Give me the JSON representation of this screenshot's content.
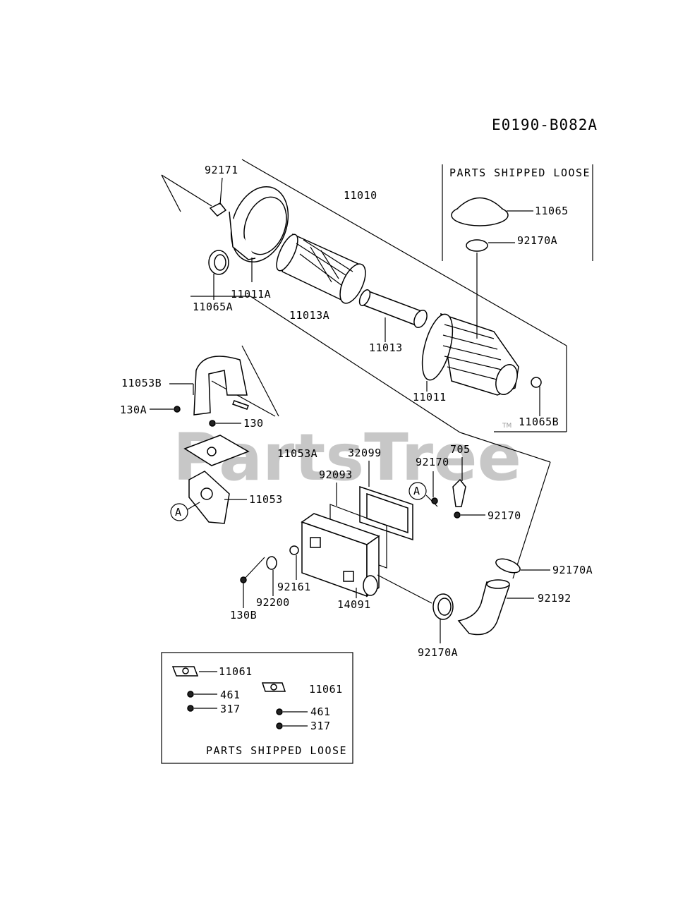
{
  "diagram_code": "E0190-B082A",
  "watermark": "PartsTree",
  "watermark_tm": "TM",
  "loose_box_top": {
    "title": "PARTS SHIPPED LOOSE"
  },
  "loose_box_bottom": {
    "title": "PARTS SHIPPED LOOSE"
  },
  "callout_a": "A",
  "parts": {
    "p92171": "92171",
    "p11010": "11010",
    "p11065": "11065",
    "p92170A_top": "92170A",
    "p11011A": "11011A",
    "p11065A": "11065A",
    "p11013A": "11013A",
    "p11013": "11013",
    "p11011": "11011",
    "p11065B": "11065B",
    "p11053B": "11053B",
    "p130A": "130A",
    "p130": "130",
    "p11053A": "11053A",
    "p32099": "32099",
    "p705": "705",
    "p92170_a": "92170",
    "p92093": "92093",
    "p11053": "11053",
    "p92170_b": "92170",
    "p92170A_mid": "92170A",
    "p92161": "92161",
    "p92200": "92200",
    "p14091": "14091",
    "p92192": "92192",
    "p130B": "130B",
    "p92170A_low": "92170A",
    "p11061_a": "11061",
    "p461_a": "461",
    "p317_a": "317",
    "p11061_b": "11061",
    "p461_b": "461",
    "p317_b": "317"
  }
}
